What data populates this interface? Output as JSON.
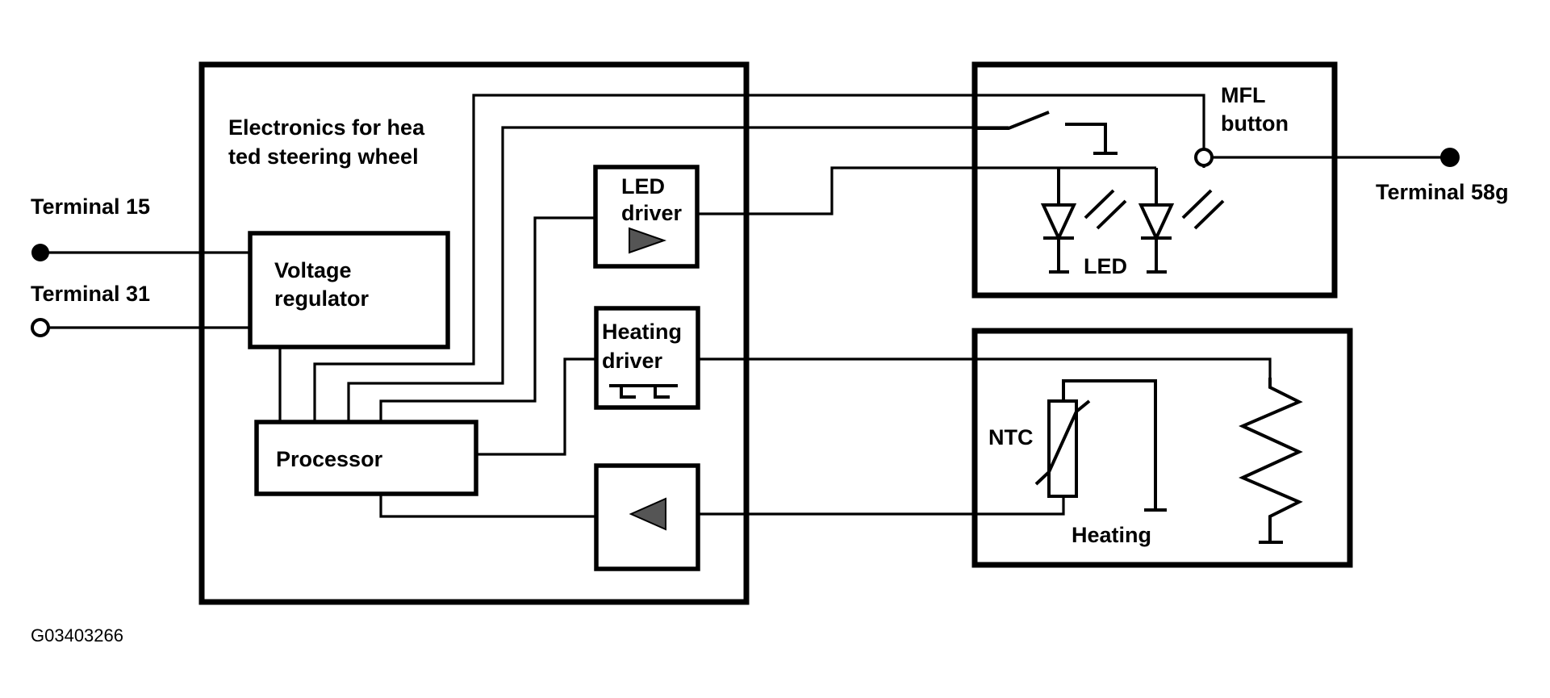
{
  "diagram": {
    "electronics_box": {
      "title_line1": "Electronics for hea",
      "title_line2": "ted steering wheel"
    },
    "voltage_regulator": {
      "line1": "Voltage",
      "line2": "regulator"
    },
    "processor": {
      "label": "Processor"
    },
    "led_driver": {
      "line1": "LED",
      "line2": "driver"
    },
    "heating_driver": {
      "line1": "Heating",
      "line2": "driver"
    },
    "mfl_button": {
      "line1": "MFL",
      "line2": "button",
      "led_label": "LED"
    },
    "heating_unit": {
      "ntc_label": "NTC",
      "heating_label": "Heating"
    },
    "terminals": {
      "t15": "Terminal 15",
      "t31": "Terminal 31",
      "t58g": "Terminal 58g"
    },
    "figure_code": "G03403266"
  }
}
